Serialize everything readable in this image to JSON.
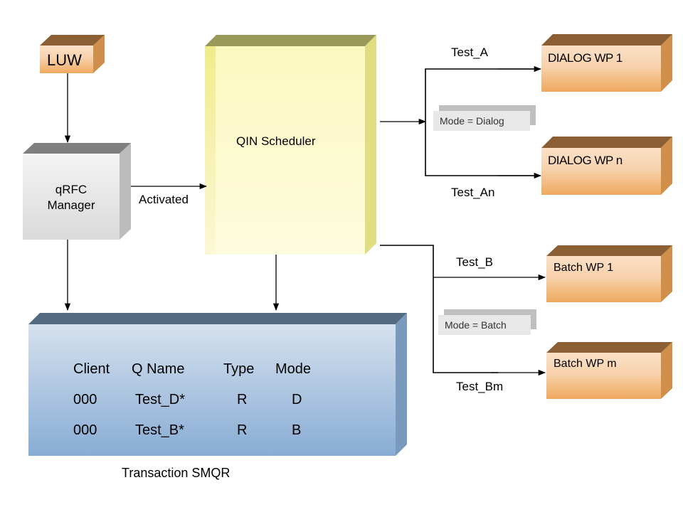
{
  "diagram": {
    "nodes": {
      "luw": {
        "label": "LUW"
      },
      "qrfc_manager": {
        "label_line1": "qRFC",
        "label_line2": "Manager"
      },
      "qin_scheduler": {
        "label": "QIN Scheduler"
      },
      "dialog_wp_1": {
        "label": "DIALOG WP 1"
      },
      "dialog_wp_n": {
        "label": "DIALOG WP n"
      },
      "batch_wp_1": {
        "label": "Batch WP 1"
      },
      "batch_wp_m": {
        "label": "Batch WP m"
      }
    },
    "edge_labels": {
      "activated": "Activated",
      "test_a": "Test_A",
      "test_an": "Test_An",
      "test_b": "Test_B",
      "test_bm": "Test_Bm"
    },
    "notes": {
      "mode_dialog": "Mode = Dialog",
      "mode_batch": "Mode = Batch"
    },
    "smqr_table": {
      "caption": "Transaction SMQR",
      "headers": [
        "Client",
        "Q Name",
        "Type",
        "Mode"
      ],
      "rows": [
        [
          "000",
          "Test_D*",
          "R",
          "D"
        ],
        [
          "000",
          "Test_B*",
          "R",
          "B"
        ]
      ]
    },
    "colors": {
      "orange_front": "#f2b877",
      "orange_top": "#8b5e34",
      "orange_side": "#d08f4a",
      "gray_front": "#e4e4e4",
      "gray_top": "#7f7f7f",
      "yellow_front": "#fbf8c6",
      "yellow_top": "#999a5a",
      "blue_front": "#a7c0de",
      "blue_top": "#536a80"
    }
  }
}
